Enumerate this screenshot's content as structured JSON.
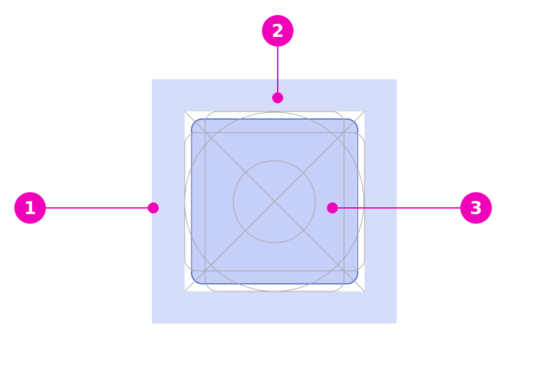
{
  "colors": {
    "padding_area": "#d6ddf8",
    "keyline_canvas": "#ffffff",
    "icon_fill": "#c5cff7",
    "icon_stroke": "#3f5bcc",
    "keyline_stroke": "#a5a5ad",
    "callout": "#f000b8",
    "callout_text": "#ffffff"
  },
  "callouts": [
    {
      "number": "1"
    },
    {
      "number": "2"
    },
    {
      "number": "3"
    }
  ]
}
